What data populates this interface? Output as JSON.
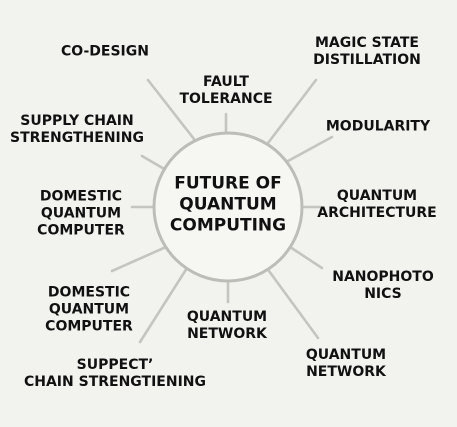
{
  "center": {
    "lines": [
      "FUTURE OF",
      "QUANTUM",
      "COMPUTING"
    ]
  },
  "nodes": [
    {
      "id": "co-design",
      "lines": [
        "CO-DESIGN"
      ]
    },
    {
      "id": "fault-tolerance",
      "lines": [
        "FAULT",
        "TOLERANCE"
      ]
    },
    {
      "id": "magic-state-distillation",
      "lines": [
        "MAGIC STATE",
        "DISTILLATION"
      ]
    },
    {
      "id": "modularity",
      "lines": [
        "MODULARITY"
      ]
    },
    {
      "id": "supply-chain-strengthening",
      "lines": [
        "SUPPLY CHAIN",
        "STRENGTHENING"
      ]
    },
    {
      "id": "quantum-architecture",
      "lines": [
        "QUANTUM",
        "ARCHITECTURE"
      ]
    },
    {
      "id": "domestic-quantum-computer-upper",
      "lines": [
        "DOMESTIC",
        "QUANTUM",
        "COMPUTER"
      ]
    },
    {
      "id": "nanophotonics",
      "lines": [
        "NANOPHOTO",
        "NICS"
      ]
    },
    {
      "id": "domestic-quantum-computer-lower",
      "lines": [
        "DOMESTIC",
        "QUANTUM",
        "COMPUTER"
      ]
    },
    {
      "id": "quantum-network-center",
      "lines": [
        "QUANTUM",
        "NETWORK"
      ]
    },
    {
      "id": "quantum-network-right",
      "lines": [
        "QUANTUM",
        "NETWORK"
      ]
    },
    {
      "id": "suppecty-chain-strengtiening",
      "lines": [
        "SUPPECT’",
        "CHAIN STRENGTIENING"
      ]
    }
  ]
}
